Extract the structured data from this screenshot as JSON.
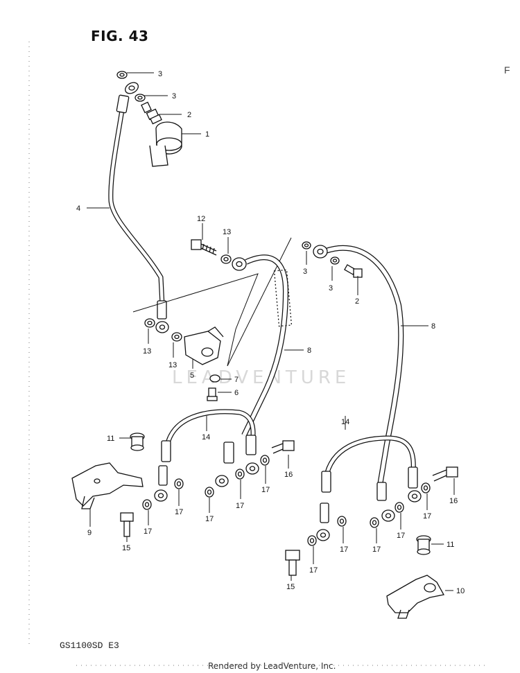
{
  "figure": {
    "title": "FIG. 43",
    "model_code": "GS1100SD E3",
    "footer": "Rendered by LeadVenture, Inc.",
    "watermark": "LEADVENTURE",
    "edge_mark": "F"
  },
  "callouts": {
    "c1": "1",
    "c2a": "2",
    "c2b": "2",
    "c3a": "3",
    "c3b": "3",
    "c3c": "3",
    "c3d": "3",
    "c4": "4",
    "c5": "5",
    "c6": "6",
    "c7": "7",
    "c8a": "8",
    "c8b": "8",
    "c9": "9",
    "c10": "10",
    "c11a": "11",
    "c11b": "11",
    "c12": "12",
    "c13a": "13",
    "c13b": "13",
    "c13c": "13",
    "c14a": "14",
    "c14b": "14",
    "c15a": "15",
    "c15b": "15",
    "c16a": "16",
    "c16b": "16",
    "c17a": "17",
    "c17b": "17",
    "c17c": "17",
    "c17d": "17",
    "c17e": "17",
    "c17f": "17",
    "c17g": "17",
    "c17h": "17",
    "c17i": "17",
    "c17j": "17"
  }
}
